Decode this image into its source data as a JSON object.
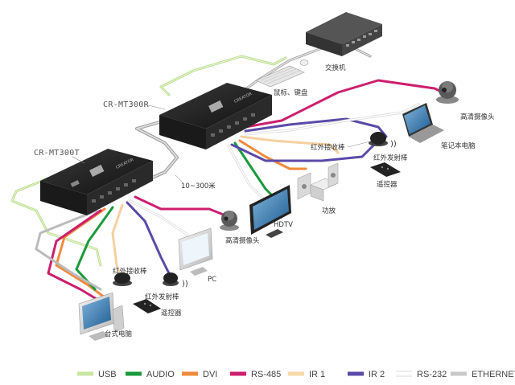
{
  "devices": {
    "transmitter_model": "CR-MT300T",
    "receiver_model": "CR-MT300R",
    "box_brand": "CREATOR",
    "distance": "10~300米"
  },
  "labels": {
    "switch": "交换机",
    "mouse_keyboard": "鼠标、键盘",
    "hd_camera_top": "高清摄像头",
    "laptop": "笔记本电脑",
    "ir_receiver_right": "红外接收棒",
    "ir_emitter_right": "红外发射棒",
    "remote_right": "遥控器",
    "amplifier": "功放",
    "hdtv": "HDTV",
    "hd_camera_bottom": "高清摄像头",
    "pc": "PC",
    "ir_receiver_left": "红外接收棒",
    "ir_emitter_left": "红外发射棒",
    "remote_left": "遥控器",
    "desktop": "台式电脑"
  },
  "legend": [
    {
      "label": "USB",
      "color": "#c8e6a0"
    },
    {
      "label": "AUDIO",
      "color": "#1a9a3c"
    },
    {
      "label": "DVI",
      "color": "#f08a3c"
    },
    {
      "label": "RS-485",
      "color": "#cc1f6e"
    },
    {
      "label": "IR 1",
      "color": "#f6d9a6"
    },
    {
      "label": "IR 2",
      "color": "#5b4aa8"
    },
    {
      "label": "RS-232",
      "color": "#ffffff"
    },
    {
      "label": "ETHERNET",
      "color": "#c9c9c9"
    }
  ]
}
